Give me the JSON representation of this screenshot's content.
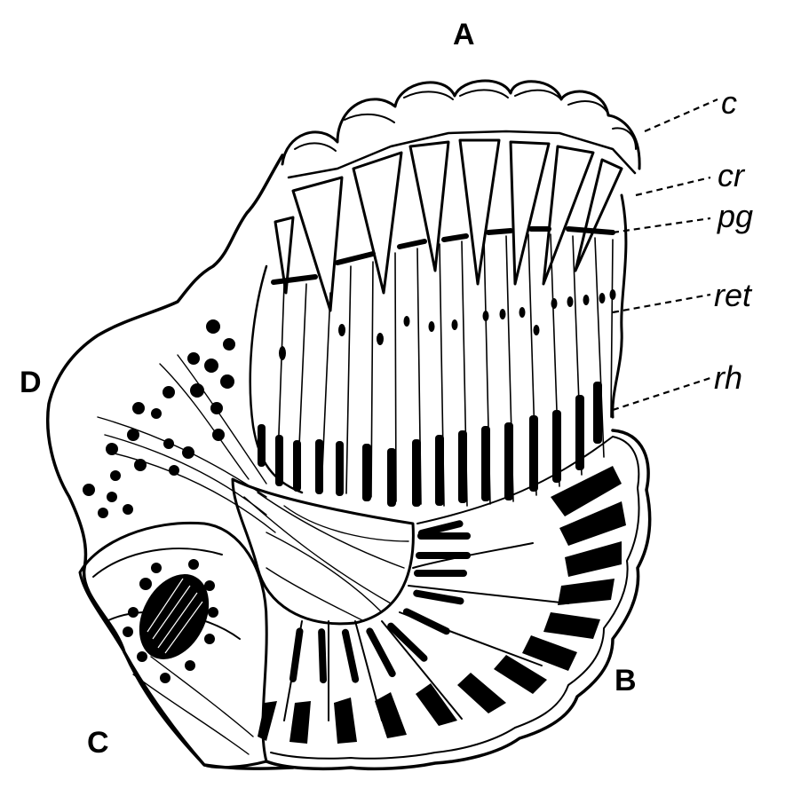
{
  "diagram": {
    "region_labels": {
      "a": "A",
      "b": "B",
      "c": "C",
      "d": "D"
    },
    "structure_labels": {
      "cornea": "c",
      "crystalline_cone": "cr",
      "pigment": "pg",
      "retinula": "ret",
      "rhabdom": "rh"
    },
    "ink_color": "#000000",
    "paper_color": "#ffffff"
  }
}
